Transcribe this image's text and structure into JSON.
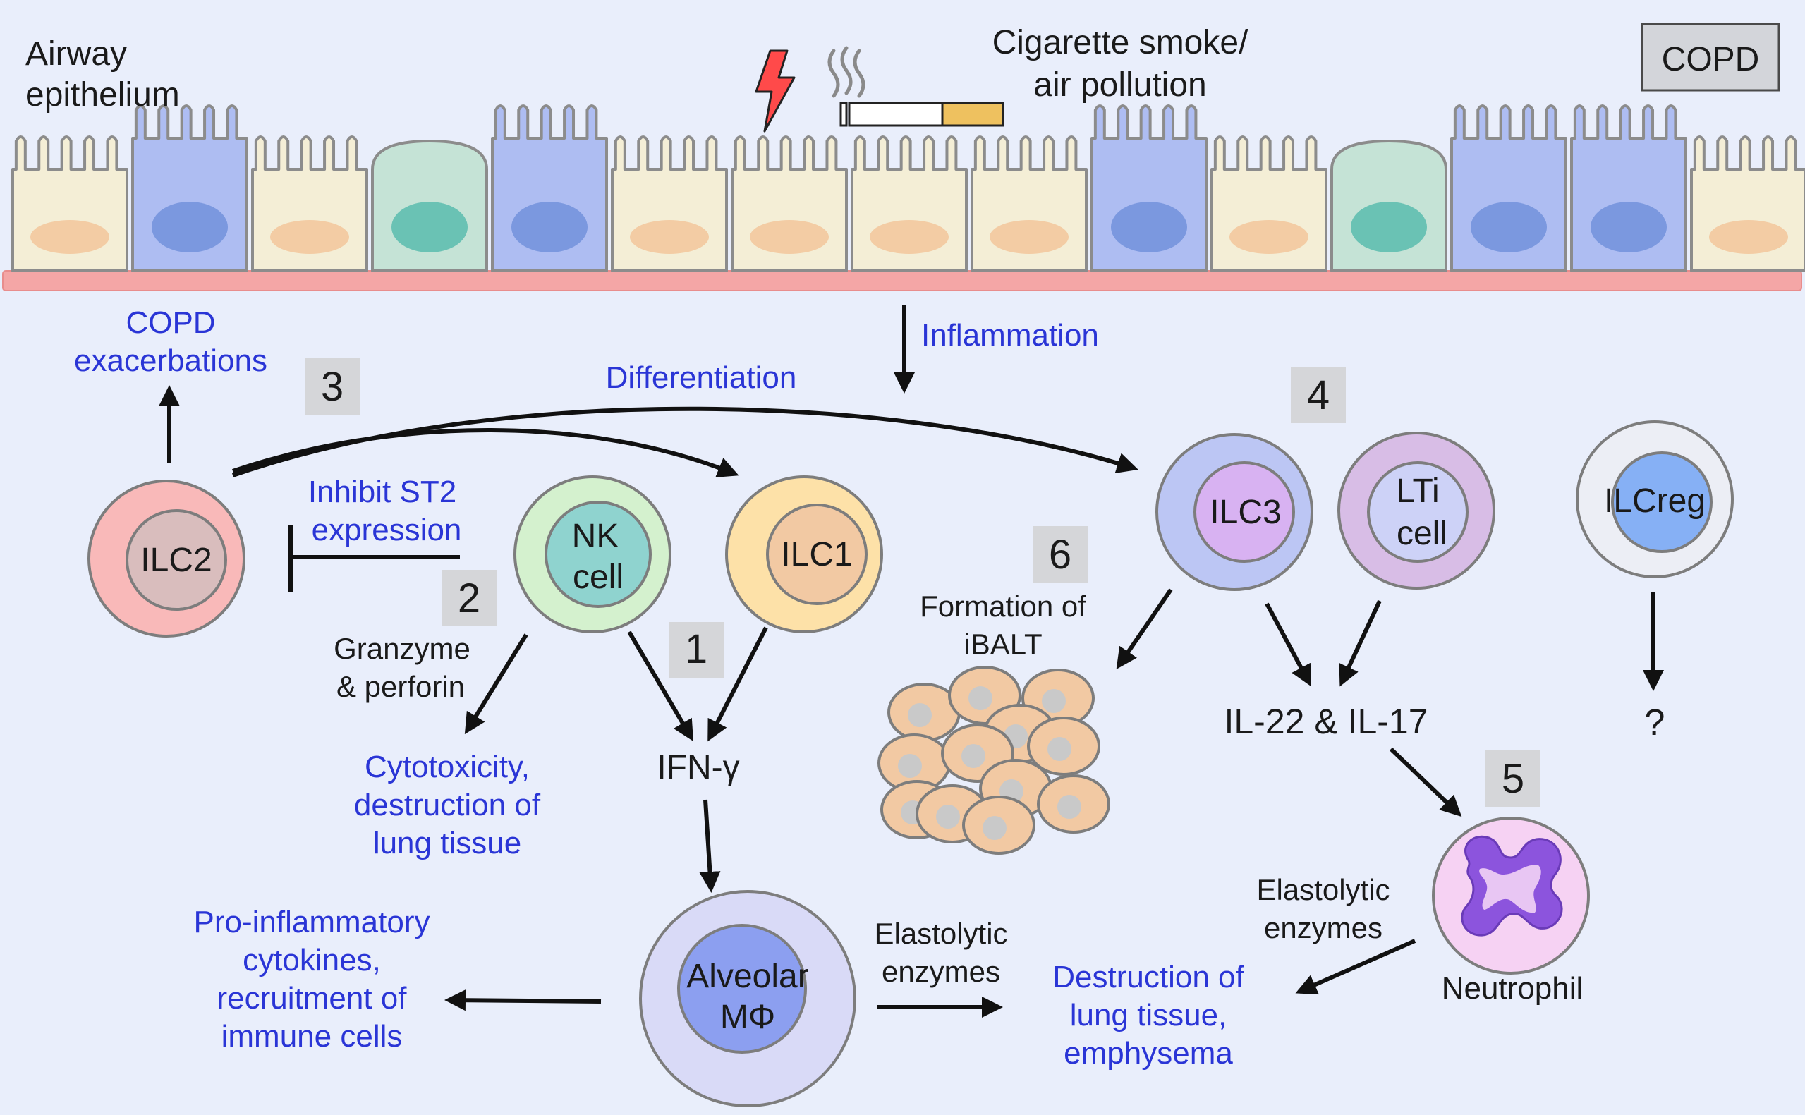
{
  "header": {
    "airway_line1": "Airway",
    "airway_line2": "epithelium",
    "smoke_line1": "Cigarette smoke/",
    "smoke_line2": "air pollution",
    "disease_badge": "COPD"
  },
  "labels": {
    "inflammation": "Inflammation",
    "differentiation": "Differentiation",
    "copd_exac_1": "COPD",
    "copd_exac_2": "exacerbations",
    "inhibit_1": "Inhibit ST2",
    "inhibit_2": "expression",
    "granzyme_1": "Granzyme",
    "granzyme_2": "& perforin",
    "cyto_1": "Cytotoxicity,",
    "cyto_2": "destruction of",
    "cyto_3": "lung tissue",
    "ifng": "IFN-γ",
    "ibalt_1": "Formation of",
    "ibalt_2": "iBALT",
    "il22": "IL-22 & IL-17",
    "question": "?",
    "proinf_1": "Pro-inflammatory",
    "proinf_2": "cytokines,",
    "proinf_3": "recruitment of",
    "proinf_4": "immune cells",
    "elast_left_1": "Elastolytic",
    "elast_left_2": "enzymes",
    "elast_right_1": "Elastolytic",
    "elast_right_2": "enzymes",
    "destr_1": "Destruction of",
    "destr_2": "lung tissue,",
    "destr_3": "emphysema",
    "neutrophil": "Neutrophil"
  },
  "cells": {
    "ilc2": "ILC2",
    "nk_1": "NK",
    "nk_2": "cell",
    "ilc1": "ILC1",
    "ilc3": "ILC3",
    "lti_1": "LTi",
    "lti_2": "cell",
    "ilcreg": "ILCreg",
    "alv_1": "Alveolar",
    "alv_2": "MΦ"
  },
  "steps": {
    "s1": "1",
    "s2": "2",
    "s3": "3",
    "s4": "4",
    "s5": "5",
    "s6": "6"
  },
  "colors": {
    "background": "#e9eefb",
    "blue_text": "#2a35d6",
    "step_box": "#d5d6d9",
    "membrane": "#f4a0a0",
    "lightning": "#ff4a4a"
  }
}
